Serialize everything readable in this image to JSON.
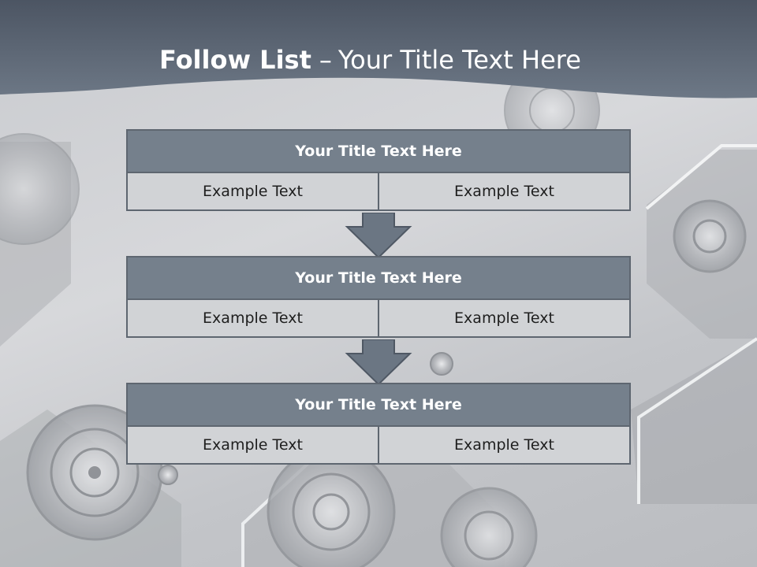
{
  "title": {
    "bold": "Follow List",
    "separator": "–",
    "rest": "Your Title Text Here"
  },
  "blocks": [
    {
      "title": "Your Title Text Here",
      "left_text": "Example Text",
      "right_text": "Example Text"
    },
    {
      "title": "Your Title Text Here",
      "left_text": "Example Text",
      "right_text": "Example Text"
    },
    {
      "title": "Your Title Text Here",
      "left_text": "Example Text",
      "right_text": "Example Text"
    }
  ],
  "colors": {
    "header": "#5f6a78",
    "block_title": "#75808c",
    "cell": "#d1d3d6",
    "border": "#5e6670",
    "arrow": "#6b7683"
  },
  "icons": [
    "gear-icon",
    "down-arrow-icon"
  ]
}
